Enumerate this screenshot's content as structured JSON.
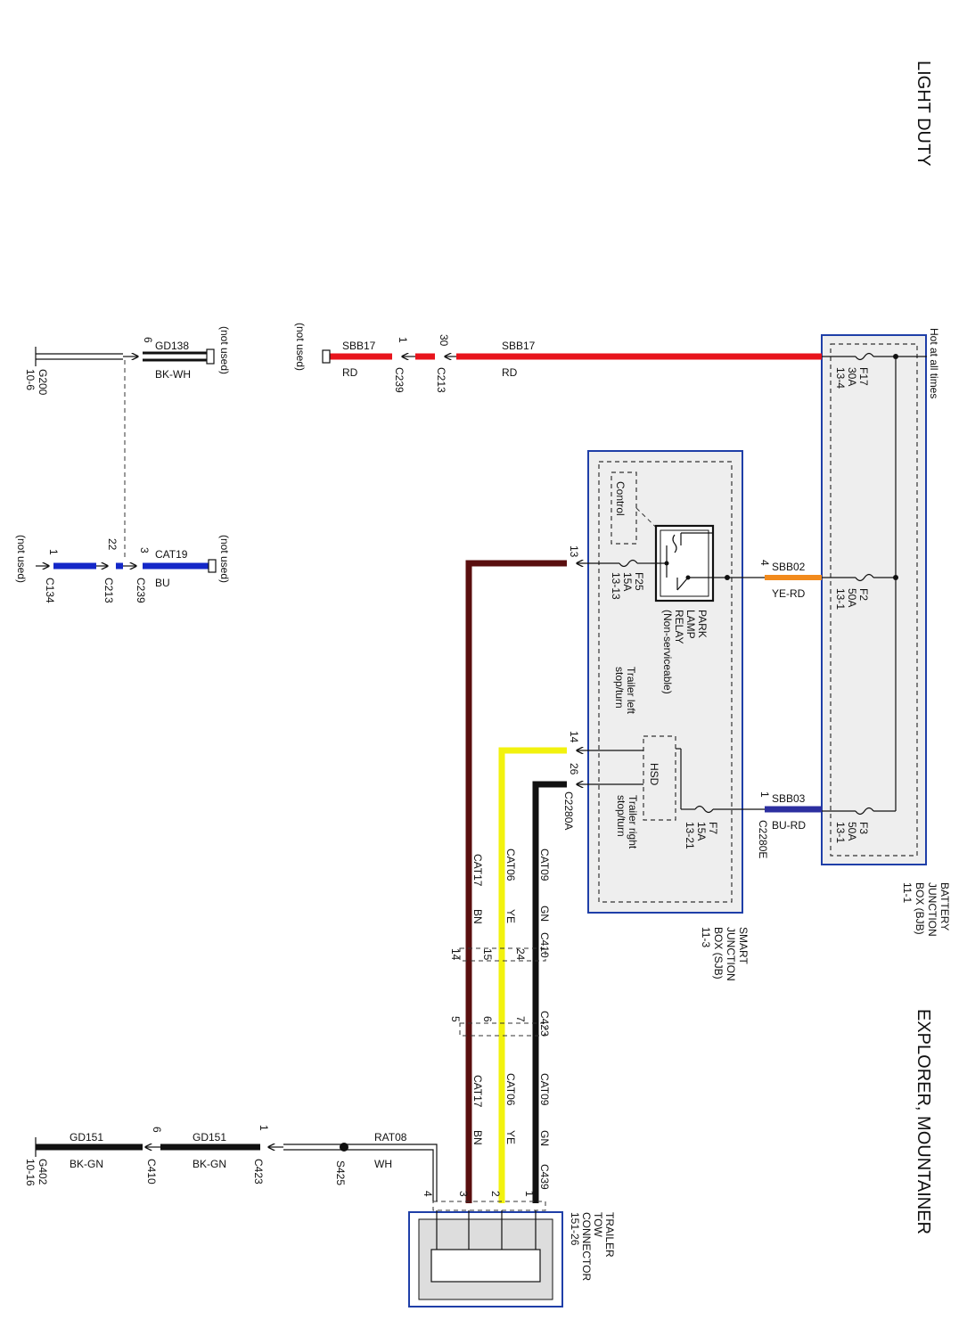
{
  "header": {
    "title_top": "LIGHT DUTY",
    "title_bottom": "EXPLORER, MOUNTAINER"
  },
  "bjb": {
    "name": "BATTERY JUNCTION BOX (BJB) 11-1",
    "lines": [
      "BATTERY",
      "JUNCTION",
      "BOX (BJB)",
      "11-1"
    ],
    "hot_label": "Hot at all times",
    "fuses": [
      {
        "id": "F17",
        "amps": "30A",
        "ref": "13-4"
      },
      {
        "id": "F2",
        "amps": "50A",
        "ref": "13-1"
      },
      {
        "id": "F3",
        "amps": "50A",
        "ref": "13-1"
      }
    ]
  },
  "sjb": {
    "lines": [
      "SMART",
      "JUNCTION",
      "BOX (SJB)",
      "11-3"
    ],
    "control_label": "Control",
    "relay_lines": [
      "PARK",
      "LAMP",
      "RELAY",
      "(Non-serviceable)"
    ],
    "hsd_label": "HSD",
    "fuses": [
      {
        "id": "F25",
        "amps": "15A",
        "ref": "13-13"
      },
      {
        "id": "F7",
        "amps": "15A",
        "ref": "13-21"
      }
    ],
    "left_lines": [
      "Trailer left",
      "stop/turn"
    ],
    "right_lines": [
      "Trailer right",
      "stop/turn"
    ],
    "connector_a": "C2280A",
    "connector_e": "C2280E",
    "pins": {
      "p13": "13",
      "p14": "14",
      "p26": "26",
      "p4": "4",
      "p1": "1"
    }
  },
  "wires": {
    "sbb17_main": {
      "circuit": "SBB17",
      "color": "RD"
    },
    "sbb17_end": {
      "circuit": "SBB17",
      "color": "RD"
    },
    "sbb02": {
      "circuit": "SBB02",
      "color": "YE-RD"
    },
    "sbb03": {
      "circuit": "SBB03",
      "color": "BU-RD"
    },
    "gd138": {
      "circuit": "GD138",
      "color": "BK-WH"
    },
    "cat19": {
      "circuit": "CAT19",
      "color": "BU"
    },
    "cat17_a": {
      "circuit": "CAT17",
      "color": "BN"
    },
    "cat06_a": {
      "circuit": "CAT06",
      "color": "YE"
    },
    "cat09_a": {
      "circuit": "CAT09",
      "color": "GN"
    },
    "cat17_b": {
      "circuit": "CAT17",
      "color": "BN"
    },
    "cat06_b": {
      "circuit": "CAT06",
      "color": "YE"
    },
    "cat09_b": {
      "circuit": "CAT09",
      "color": "GN"
    },
    "rat08": {
      "circuit": "RAT08",
      "color": "WH"
    },
    "gd151_a": {
      "circuit": "GD151",
      "color": "BK-GN"
    },
    "gd151_b": {
      "circuit": "GD151",
      "color": "BK-GN"
    }
  },
  "connectors": {
    "c213_top": {
      "name": "C213",
      "pin": "30"
    },
    "c239_top": {
      "name": "C239",
      "pin": "1"
    },
    "gd138_pin": "6",
    "c239_cat": {
      "name": "C239",
      "pin": "3"
    },
    "c213_cat": {
      "name": "C213",
      "pin": "22"
    },
    "c134": {
      "name": "C134",
      "pin": "1"
    },
    "c410": {
      "name": "C410",
      "pins": [
        "24",
        "15",
        "14"
      ]
    },
    "c423": {
      "name": "C423",
      "pins": [
        "7",
        "6",
        "5"
      ]
    },
    "c439": {
      "name": "C439"
    },
    "c423_gnd": {
      "name": "C423",
      "pin": "1"
    },
    "c410_gnd": {
      "name": "C410",
      "pin": "6"
    },
    "splice": "S425"
  },
  "grounds": {
    "g200": {
      "name": "G200",
      "ref": "10-6"
    },
    "g402": {
      "name": "G402",
      "ref": "10-16"
    }
  },
  "not_used": "(not used)",
  "trailer": {
    "lines": [
      "TRAILER",
      "TOW",
      "CONNECTOR",
      "151-26"
    ],
    "pins": [
      "1",
      "2",
      "3",
      "4"
    ]
  },
  "wire_colors": {
    "red": "#e8141c",
    "yellow_red": "#f28a1c",
    "blue": "#1428c8",
    "dark_blue": "#2c2fa0",
    "brown": "#5a0f0f",
    "yellow": "#f2f20e",
    "black": "#111111",
    "box_blue": "#1f3fa8"
  }
}
